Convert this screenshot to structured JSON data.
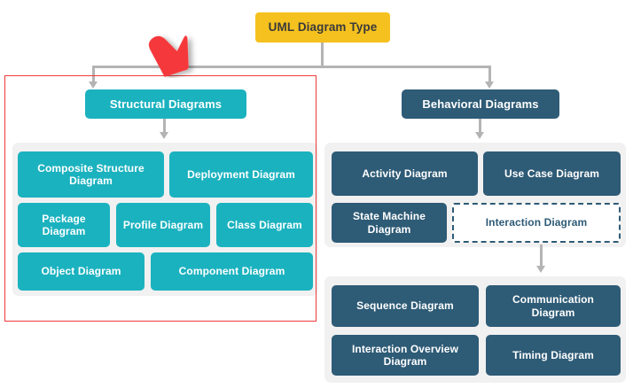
{
  "diagram": {
    "title": "UML Diagram Type",
    "root": {
      "label": "UML Diagram Type"
    },
    "branches": {
      "structural": {
        "head": "Structural Diagrams",
        "items": [
          "Composite Structure Diagram",
          "Deployment Diagram",
          "Package Diagram",
          "Profile Diagram",
          "Class Diagram",
          "Object Diagram",
          "Component Diagram"
        ]
      },
      "behavioral": {
        "head": "Behavioral Diagrams",
        "items": [
          "Activity Diagram",
          "Use Case Diagram",
          "State Machine Diagram",
          "Interaction Diagram"
        ],
        "interaction_children": [
          "Sequence Diagram",
          "Communication Diagram",
          "Interaction Overview Diagram",
          "Timing Diagram"
        ]
      }
    },
    "annotation": {
      "cursor_icon": "red-arrow-pointer-icon",
      "highlight_icon": "red-selection-rectangle-icon",
      "highlight_target": "Structural Diagrams"
    },
    "colors": {
      "root": "#f5c11e",
      "structural": "#1bb2bf",
      "behavioral": "#2e5b76",
      "panel": "#f1f1f1",
      "connector": "#b4b4b4",
      "highlight": "#ee3a3a",
      "cursor": "#f5383a"
    }
  }
}
